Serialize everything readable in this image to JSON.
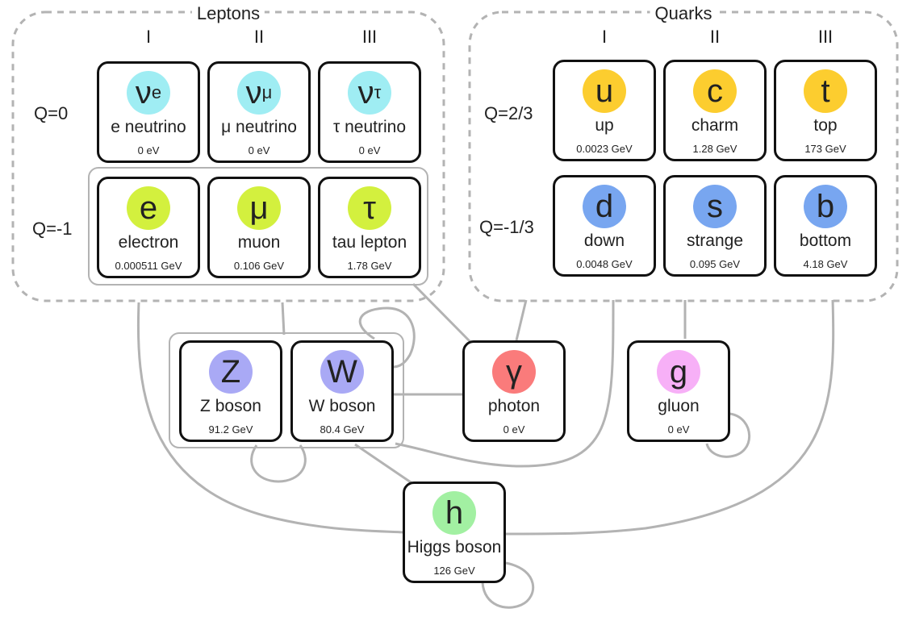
{
  "groups": {
    "leptons": {
      "label": "Leptons",
      "generations": [
        "I",
        "II",
        "III"
      ],
      "charges": [
        "Q=0",
        "Q=-1"
      ]
    },
    "quarks": {
      "label": "Quarks",
      "generations": [
        "I",
        "II",
        "III"
      ],
      "charges": [
        "Q=2/3",
        "Q=-1/3"
      ]
    }
  },
  "particles": {
    "e_neutrino": {
      "symbol": "ν",
      "sub": "e",
      "name": "e neutrino",
      "mass": "0 eV",
      "color": "#9FEDF3"
    },
    "mu_neutrino": {
      "symbol": "ν",
      "sub": "μ",
      "name": "μ neutrino",
      "mass": "0 eV",
      "color": "#9FEDF3"
    },
    "tau_neutrino": {
      "symbol": "ν",
      "sub": "τ",
      "name": "τ neutrino",
      "mass": "0 eV",
      "color": "#9FEDF3"
    },
    "electron": {
      "symbol": "e",
      "name": "electron",
      "mass": "0.000511 GeV",
      "color": "#D3F03E"
    },
    "muon": {
      "symbol": "μ",
      "name": "muon",
      "mass": "0.106 GeV",
      "color": "#D3F03E"
    },
    "tau": {
      "symbol": "τ",
      "name": "tau lepton",
      "mass": "1.78 GeV",
      "color": "#D3F03E"
    },
    "up": {
      "symbol": "u",
      "name": "up",
      "mass": "0.0023 GeV",
      "color": "#FCCD2F"
    },
    "charm": {
      "symbol": "c",
      "name": "charm",
      "mass": "1.28 GeV",
      "color": "#FCCD2F"
    },
    "top": {
      "symbol": "t",
      "name": "top",
      "mass": "173 GeV",
      "color": "#FCCD2F"
    },
    "down": {
      "symbol": "d",
      "name": "down",
      "mass": "0.0048 GeV",
      "color": "#78A6F0"
    },
    "strange": {
      "symbol": "s",
      "name": "strange",
      "mass": "0.095 GeV",
      "color": "#78A6F0"
    },
    "bottom": {
      "symbol": "b",
      "name": "bottom",
      "mass": "4.18 GeV",
      "color": "#78A6F0"
    },
    "z_boson": {
      "symbol": "Z",
      "name": "Z boson",
      "mass": "91.2 GeV",
      "color": "#A9A9F5"
    },
    "w_boson": {
      "symbol": "W",
      "name": "W boson",
      "mass": "80.4 GeV",
      "color": "#A9A9F5"
    },
    "photon": {
      "symbol": "γ",
      "name": "photon",
      "mass": "0 eV",
      "color": "#FA7B7B"
    },
    "gluon": {
      "symbol": "g",
      "name": "gluon",
      "mass": "0 eV",
      "color": "#F7B0F7"
    },
    "higgs": {
      "symbol": "h",
      "name": "Higgs boson",
      "mass": "126 GeV",
      "color": "#A2F0A2"
    }
  }
}
